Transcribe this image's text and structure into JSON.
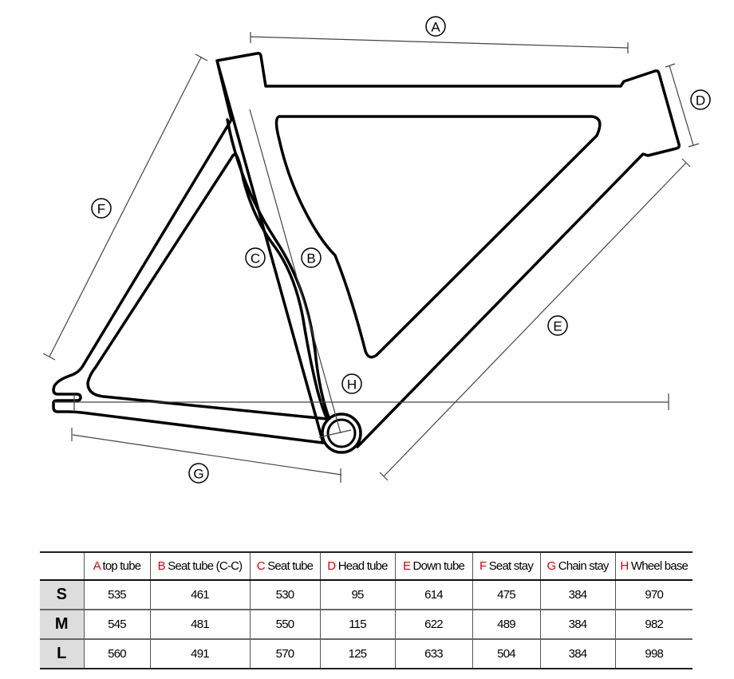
{
  "diagram": {
    "dimension_labels": [
      "A",
      "B",
      "C",
      "D",
      "E",
      "F",
      "G",
      "H"
    ]
  },
  "table": {
    "columns": [
      {
        "letter": "A",
        "name": "top tube"
      },
      {
        "letter": "B",
        "name": "Seat tube (C-C)"
      },
      {
        "letter": "C",
        "name": "Seat tube"
      },
      {
        "letter": "D",
        "name": "Head tube"
      },
      {
        "letter": "E",
        "name": "Down tube"
      },
      {
        "letter": "F",
        "name": "Seat stay"
      },
      {
        "letter": "G",
        "name": "Chain stay"
      },
      {
        "letter": "H",
        "name": "Wheel base"
      }
    ],
    "rows": [
      {
        "size": "S",
        "values": [
          "535",
          "461",
          "530",
          "95",
          "614",
          "475",
          "384",
          "970"
        ]
      },
      {
        "size": "M",
        "values": [
          "545",
          "481",
          "550",
          "115",
          "622",
          "489",
          "384",
          "982"
        ]
      },
      {
        "size": "L",
        "values": [
          "560",
          "491",
          "570",
          "125",
          "633",
          "504",
          "384",
          "998"
        ]
      }
    ],
    "letter_color": "#e00000"
  }
}
